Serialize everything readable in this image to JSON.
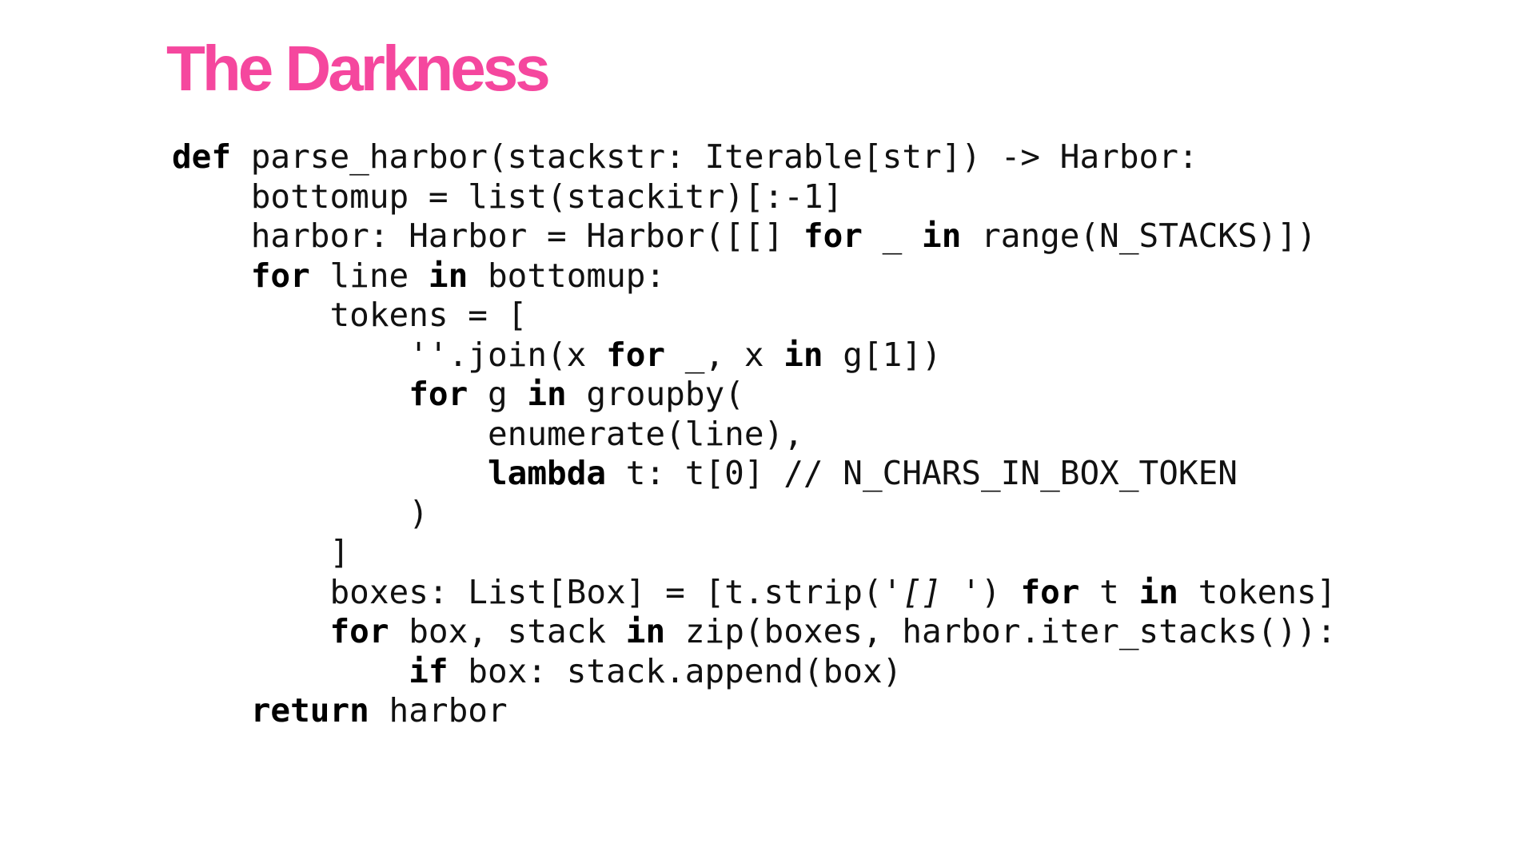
{
  "slide": {
    "title": "The Darkness",
    "title_color": "#f5479e",
    "code_text_color": "#111111",
    "code_lines": [
      [
        {
          "t": "def",
          "s": "kw"
        },
        {
          "t": " parse_harbor(stackstr: Iterable[str]) -> Harbor:",
          "s": ""
        }
      ],
      [
        {
          "t": "    bottomup = list(stackitr)[:-1]",
          "s": ""
        }
      ],
      [
        {
          "t": "    harbor: Harbor = Harbor([[] ",
          "s": ""
        },
        {
          "t": "for",
          "s": "kw"
        },
        {
          "t": " _ ",
          "s": ""
        },
        {
          "t": "in",
          "s": "kw"
        },
        {
          "t": " range(N_STACKS)])",
          "s": ""
        }
      ],
      [
        {
          "t": "    ",
          "s": ""
        },
        {
          "t": "for",
          "s": "kw"
        },
        {
          "t": " line ",
          "s": ""
        },
        {
          "t": "in",
          "s": "kw"
        },
        {
          "t": " bottomup:",
          "s": ""
        }
      ],
      [
        {
          "t": "        tokens = [",
          "s": ""
        }
      ],
      [
        {
          "t": "            ''.join(x ",
          "s": ""
        },
        {
          "t": "for",
          "s": "kw"
        },
        {
          "t": " _, x ",
          "s": ""
        },
        {
          "t": "in",
          "s": "kw"
        },
        {
          "t": " g[1])",
          "s": ""
        }
      ],
      [
        {
          "t": "            ",
          "s": ""
        },
        {
          "t": "for",
          "s": "kw"
        },
        {
          "t": " g ",
          "s": ""
        },
        {
          "t": "in",
          "s": "kw"
        },
        {
          "t": " groupby(",
          "s": ""
        }
      ],
      [
        {
          "t": "                enumerate(line),",
          "s": ""
        }
      ],
      [
        {
          "t": "                ",
          "s": ""
        },
        {
          "t": "lambda",
          "s": "kw"
        },
        {
          "t": " t: t[0] // N_CHARS_IN_BOX_TOKEN",
          "s": ""
        }
      ],
      [
        {
          "t": "            )",
          "s": ""
        }
      ],
      [
        {
          "t": "        ]",
          "s": ""
        }
      ],
      [
        {
          "t": "        boxes: List[Box] = [t.strip('",
          "s": ""
        },
        {
          "t": "[]",
          "s": "it"
        },
        {
          "t": " ') ",
          "s": ""
        },
        {
          "t": "for",
          "s": "kw"
        },
        {
          "t": " t ",
          "s": ""
        },
        {
          "t": "in",
          "s": "kw"
        },
        {
          "t": " tokens]",
          "s": ""
        }
      ],
      [
        {
          "t": "        ",
          "s": ""
        },
        {
          "t": "for",
          "s": "kw"
        },
        {
          "t": " box, stack ",
          "s": ""
        },
        {
          "t": "in",
          "s": "kw"
        },
        {
          "t": " zip(boxes, harbor.iter_stacks()):",
          "s": ""
        }
      ],
      [
        {
          "t": "            ",
          "s": ""
        },
        {
          "t": "if",
          "s": "kw"
        },
        {
          "t": " box: stack.append(box)",
          "s": ""
        }
      ],
      [
        {
          "t": "    ",
          "s": ""
        },
        {
          "t": "return",
          "s": "kw"
        },
        {
          "t": " harbor",
          "s": ""
        }
      ]
    ]
  }
}
